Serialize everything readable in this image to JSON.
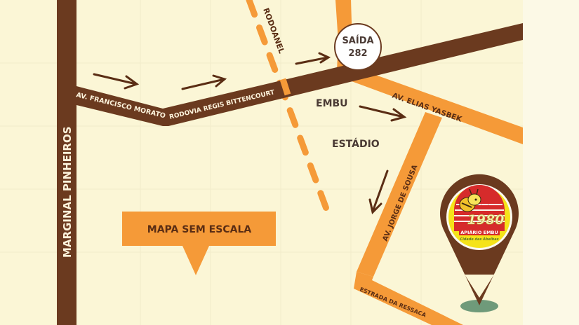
{
  "colors": {
    "background": "#fbf7d9",
    "margin_background": "#fcf9e6",
    "grid_line": "#f3eed0",
    "main_road": "#6b3a1f",
    "secondary_road": "#f59a38",
    "text_dark": "#4a3a34",
    "pin_shadow": "#6f9a7a",
    "logo_yellow": "#f5e31a",
    "logo_red": "#d62b2b"
  },
  "roads": {
    "marginal": "MARGINAL PINHEIROS",
    "francisco_morato": "AV. FRANCISCO MORATO",
    "regis_bittencourt": "RODOVIA REGIS BITTENCOURT",
    "rodoanel": "RODOANEL",
    "elias_yasbek": "AV. ELIAS YASBEK",
    "jorge_de_sousa": "AV. JORGE DE SOUSA",
    "estrada_ressaca": "ESTRADA DA RESSACA"
  },
  "places": {
    "embu": "EMBU",
    "estadio": "ESTÁDIO"
  },
  "exit_badge": {
    "line1": "SAÍDA",
    "line2": "282"
  },
  "callout": {
    "label": "MAPA SEM ESCALA"
  },
  "destination_pin": {
    "icon": "map-pin-icon",
    "logo": {
      "since": "desde",
      "year": "1980",
      "name": "APIÁRIO EMBU",
      "tagline": "Cidade das Abelhas"
    }
  },
  "direction_arrows": [
    {
      "name": "arrow-morato",
      "direction": "east-southeast"
    },
    {
      "name": "arrow-regis-1",
      "direction": "east-northeast"
    },
    {
      "name": "arrow-regis-2",
      "direction": "east-northeast"
    },
    {
      "name": "arrow-embu",
      "direction": "east-southeast"
    },
    {
      "name": "arrow-jorge",
      "direction": "south-southwest"
    }
  ]
}
